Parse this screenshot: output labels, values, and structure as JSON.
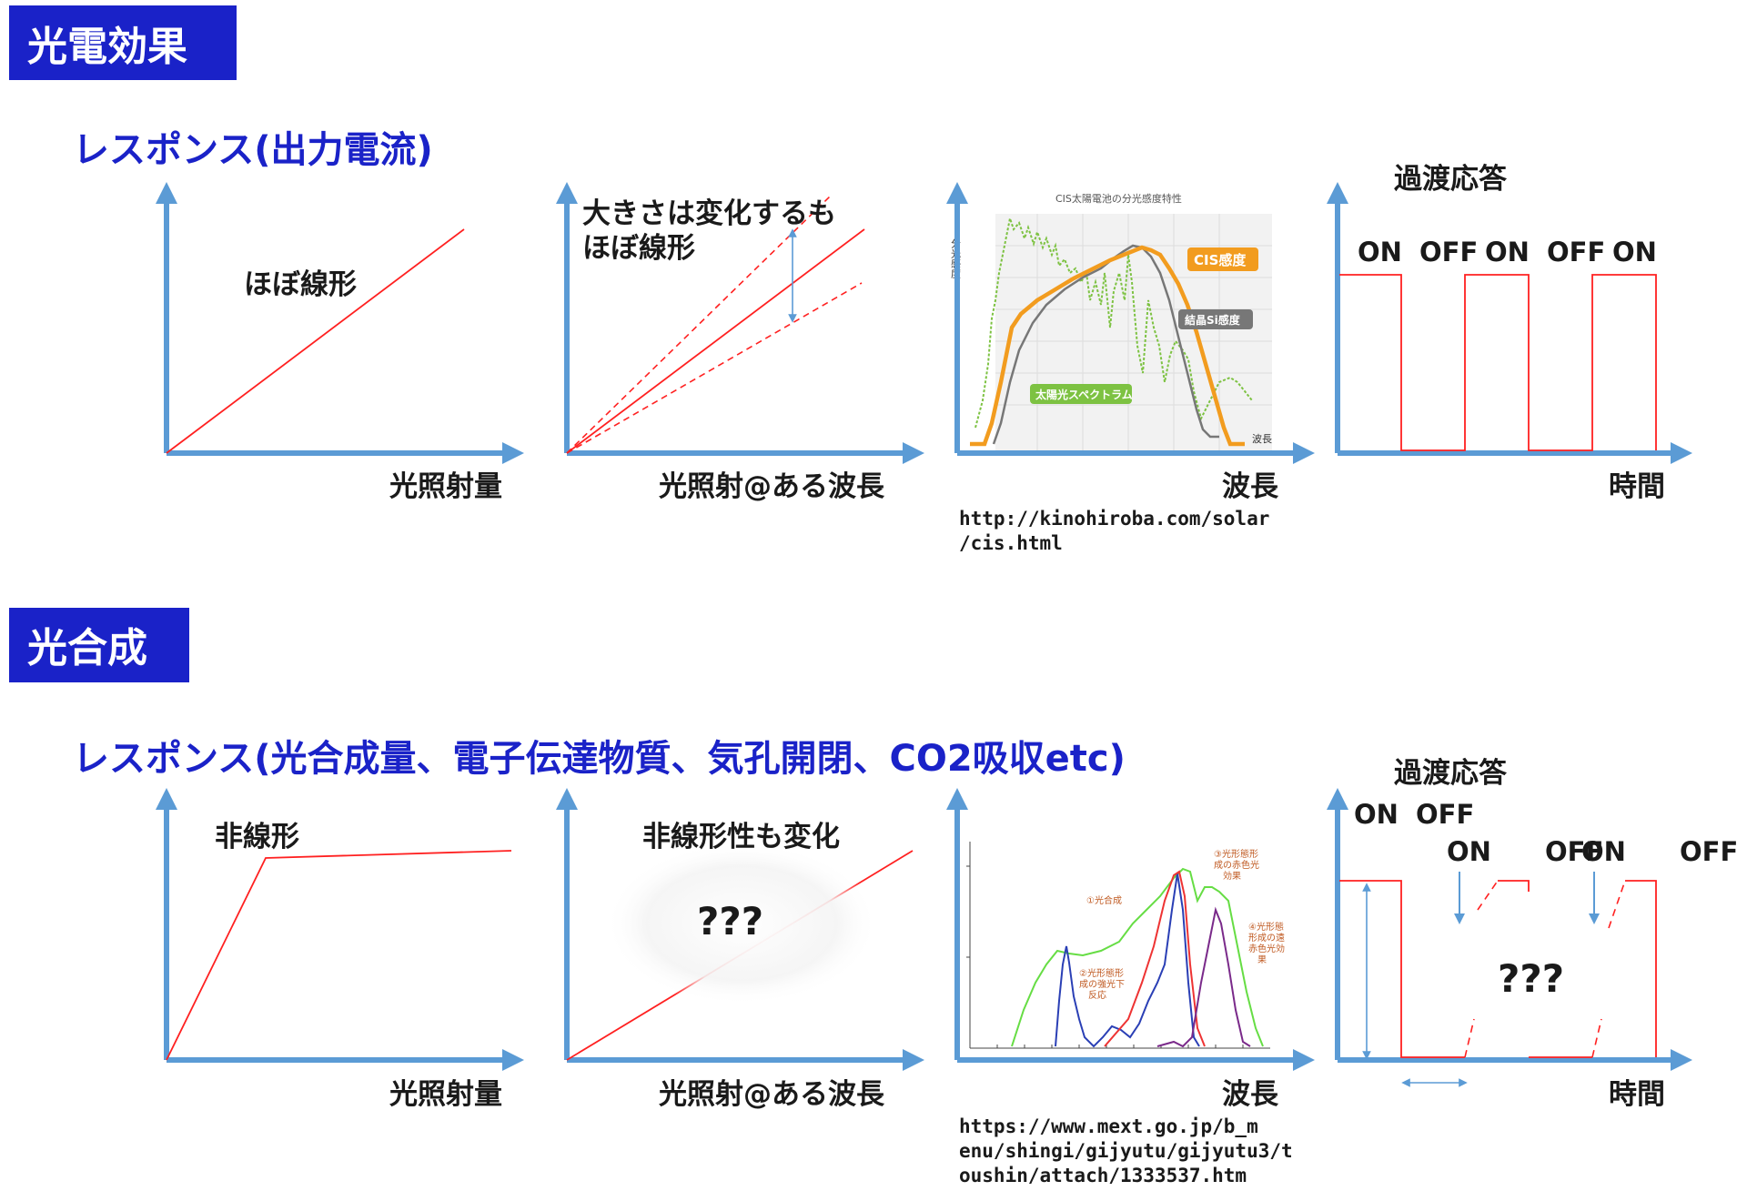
{
  "sections": {
    "photoelectric": {
      "header": "光電効果",
      "response_title": "レスポンス(出力電流)",
      "panel1": {
        "x_label": "光照射量",
        "annotation": "ほぼ線形"
      },
      "panel2": {
        "x_label": "光照射@ある波長",
        "annotation_line1": "大きさは変化するも",
        "annotation_line2": "ほぼ線形"
      },
      "panel3": {
        "x_label": "波長",
        "chart_title": "CIS太陽電池の分光感度特性",
        "y_axis_label": "分光感度",
        "x_axis_small": "波長",
        "legend_cis": "CIS感度",
        "legend_si": "結晶Si感度",
        "legend_sun": "太陽光スペクトラム",
        "url_line1": "http://kinohiroba.com/solar",
        "url_line2": "/cis.html"
      },
      "panel4": {
        "title": "過渡応答",
        "x_label": "時間",
        "states": [
          "ON",
          "OFF",
          "ON",
          "OFF",
          "ON"
        ]
      }
    },
    "photosynthesis": {
      "header": "光合成",
      "response_title": "レスポンス(光合成量、電子伝達物質、気孔開閉、CO2吸収etc)",
      "panel1": {
        "x_label": "光照射量",
        "annotation": "非線形"
      },
      "panel2": {
        "x_label": "光照射@ある波長",
        "annotation": "非線形性も変化",
        "unknown": "???"
      },
      "panel3": {
        "x_label": "波長",
        "label1": "①光合成",
        "label2_line1": "②光形態形",
        "label2_line2": "成の強光下",
        "label2_line3": "反応",
        "label3_line1": "③光形態形",
        "label3_line2": "成の赤色光",
        "label3_line3": "効果",
        "label4_line1": "④光形態",
        "label4_line2": "形成の遠",
        "label4_line3": "赤色光効",
        "label4_line4": "果",
        "url_line1": "https://www.mext.go.jp/b_m",
        "url_line2": "enu/shingi/gijyutu/gijyutu3/t",
        "url_line3": "oushin/attach/1333537.htm"
      },
      "panel4": {
        "title": "過渡応答",
        "x_label": "時間",
        "states_top": [
          "ON",
          "OFF"
        ],
        "states_mid": [
          "ON",
          "OFF",
          "ON",
          "OFF"
        ],
        "unknown": "???"
      }
    }
  },
  "colors": {
    "header_bg": "#1a22c8",
    "axis": "#5b9bd5",
    "response_line": "#ff2020",
    "cis": "#f29c1f",
    "si": "#777777",
    "sun": "#7dc242"
  }
}
